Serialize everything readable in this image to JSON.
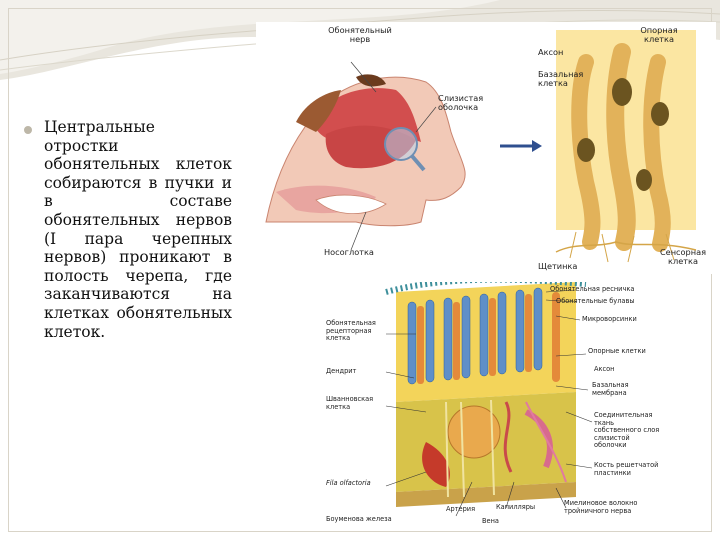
{
  "slide": {
    "body_text": "Центральные отростки обонятельных клеток собираются в пучки и в составе обонятельных нервов (I пара черепных нервов) проникают в полость черепа, где заканчиваются на клетках обонятельных клеток."
  },
  "figure1": {
    "labels": {
      "olfactory_nerve": "Обонятельный нерв",
      "mucosa": "Слизистая оболочка",
      "nasopharynx": "Носоглотка",
      "axon": "Аксон",
      "support_cell": "Опорная клетка",
      "basal_cell": "Базальная клетка",
      "cilia": "Щетинка",
      "sensory_cell": "Сенсорная клетка"
    }
  },
  "figure2": {
    "labels": {
      "olfactory_vesicle": "Обонятельная ресничка",
      "olfactory_clubs": "Обонятельные булавы",
      "microvilli": "Микроворсинки",
      "receptor_cell": "Обонятельная рецепторная клетка",
      "support_cells": "Опорные клетки",
      "dendrite": "Дендрит",
      "axon": "Аксон",
      "schwann_cell": "Шванновская клетка",
      "basal_membrane": "Базальная мембрана",
      "connective": "Соединительная ткань собственного слоя слизистой оболочки",
      "ethmoid_plate": "Кость решетчатой пластинки",
      "fila_olfactoria": "Fila olfactoria",
      "bowman_gland": "Боуменова железа",
      "artery": "Артерия",
      "capillaries": "Капилляры",
      "vein": "Вена",
      "myelin_fiber": "Миелиновое волокно тройничного нерва"
    }
  }
}
